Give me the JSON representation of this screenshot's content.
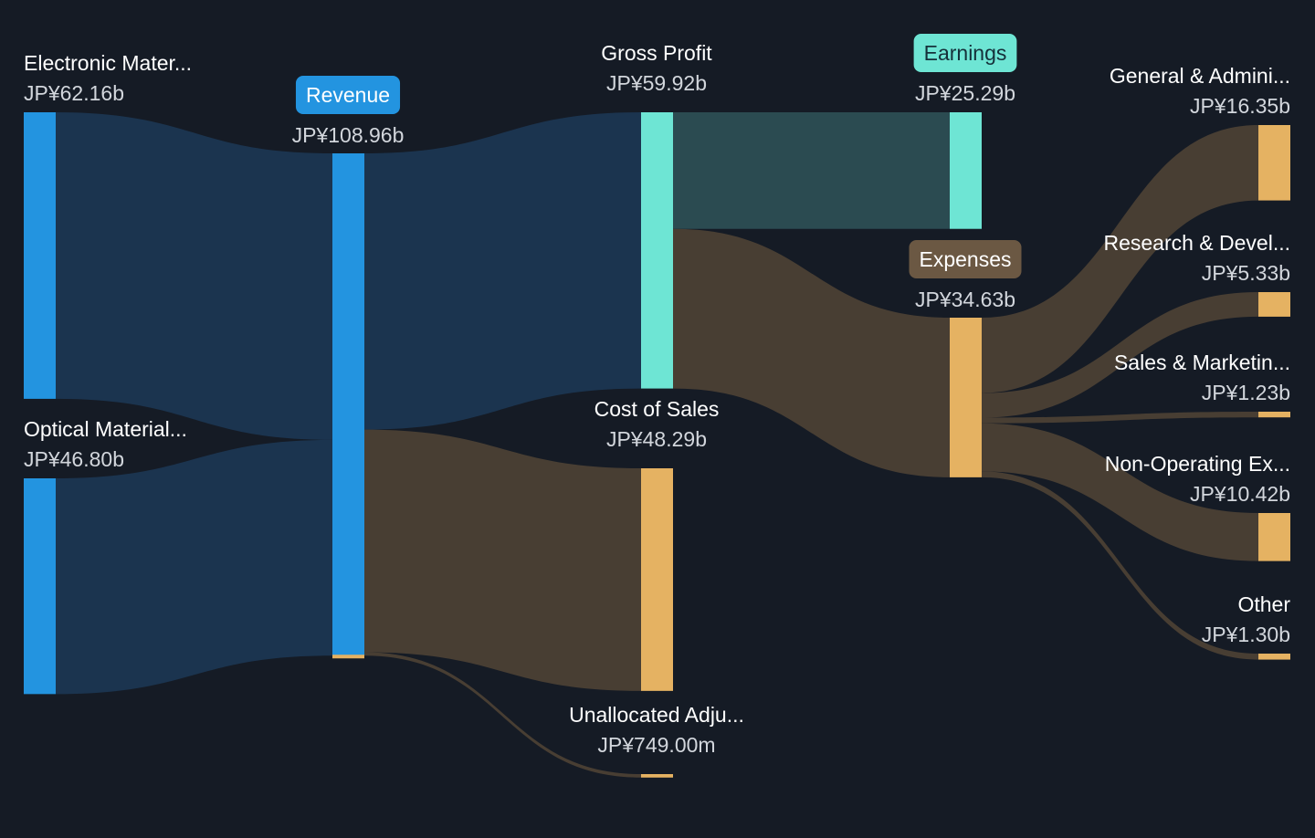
{
  "colors": {
    "background": "#151b25",
    "revenue": "#2394e0",
    "profit": "#6ee5d4",
    "cost": "#e5b262",
    "badge_expenses": "#6b5843",
    "link_revenue": "#1b344f",
    "link_profit": "#2b4b51",
    "link_cost": "#483e33",
    "text_primary": "#ffffff",
    "text_secondary": "#d2d6dc"
  },
  "chart_data": {
    "type": "sankey",
    "currency": "JP¥",
    "nodes": [
      {
        "id": "electronic",
        "label": "Electronic Mater...",
        "value_text": "JP¥62.16b",
        "value": 62.16,
        "kind": "revenue"
      },
      {
        "id": "optical",
        "label": "Optical Material...",
        "value_text": "JP¥46.80b",
        "value": 46.8,
        "kind": "revenue"
      },
      {
        "id": "revenue",
        "label": "Revenue",
        "value_text": "JP¥108.96b",
        "value": 108.96,
        "kind": "revenue",
        "badge": true
      },
      {
        "id": "gross_profit",
        "label": "Gross Profit",
        "value_text": "JP¥59.92b",
        "value": 59.92,
        "kind": "profit"
      },
      {
        "id": "cost_of_sales",
        "label": "Cost of Sales",
        "value_text": "JP¥48.29b",
        "value": 48.29,
        "kind": "cost"
      },
      {
        "id": "unallocated",
        "label": "Unallocated Adju...",
        "value_text": "JP¥749.00m",
        "value": 0.749,
        "kind": "cost"
      },
      {
        "id": "earnings",
        "label": "Earnings",
        "value_text": "JP¥25.29b",
        "value": 25.29,
        "kind": "profit",
        "badge": true
      },
      {
        "id": "expenses",
        "label": "Expenses",
        "value_text": "JP¥34.63b",
        "value": 34.63,
        "kind": "cost",
        "badge": true
      },
      {
        "id": "gen_admin",
        "label": "General & Admini...",
        "value_text": "JP¥16.35b",
        "value": 16.35,
        "kind": "cost"
      },
      {
        "id": "rnd",
        "label": "Research & Devel...",
        "value_text": "JP¥5.33b",
        "value": 5.33,
        "kind": "cost"
      },
      {
        "id": "sales_mkt",
        "label": "Sales & Marketin...",
        "value_text": "JP¥1.23b",
        "value": 1.23,
        "kind": "cost"
      },
      {
        "id": "non_op",
        "label": "Non-Operating Ex...",
        "value_text": "JP¥10.42b",
        "value": 10.42,
        "kind": "cost"
      },
      {
        "id": "other",
        "label": "Other",
        "value_text": "JP¥1.30b",
        "value": 1.3,
        "kind": "cost"
      }
    ],
    "links": [
      {
        "source": "electronic",
        "target": "revenue",
        "value": 62.16
      },
      {
        "source": "optical",
        "target": "revenue",
        "value": 46.8
      },
      {
        "source": "revenue",
        "target": "gross_profit",
        "value": 59.92
      },
      {
        "source": "revenue",
        "target": "cost_of_sales",
        "value": 48.29
      },
      {
        "source": "revenue",
        "target": "unallocated",
        "value": 0.749
      },
      {
        "source": "gross_profit",
        "target": "earnings",
        "value": 25.29
      },
      {
        "source": "gross_profit",
        "target": "expenses",
        "value": 34.63
      },
      {
        "source": "expenses",
        "target": "gen_admin",
        "value": 16.35
      },
      {
        "source": "expenses",
        "target": "rnd",
        "value": 5.33
      },
      {
        "source": "expenses",
        "target": "sales_mkt",
        "value": 1.23
      },
      {
        "source": "expenses",
        "target": "non_op",
        "value": 10.42
      },
      {
        "source": "expenses",
        "target": "other",
        "value": 1.3
      }
    ]
  }
}
